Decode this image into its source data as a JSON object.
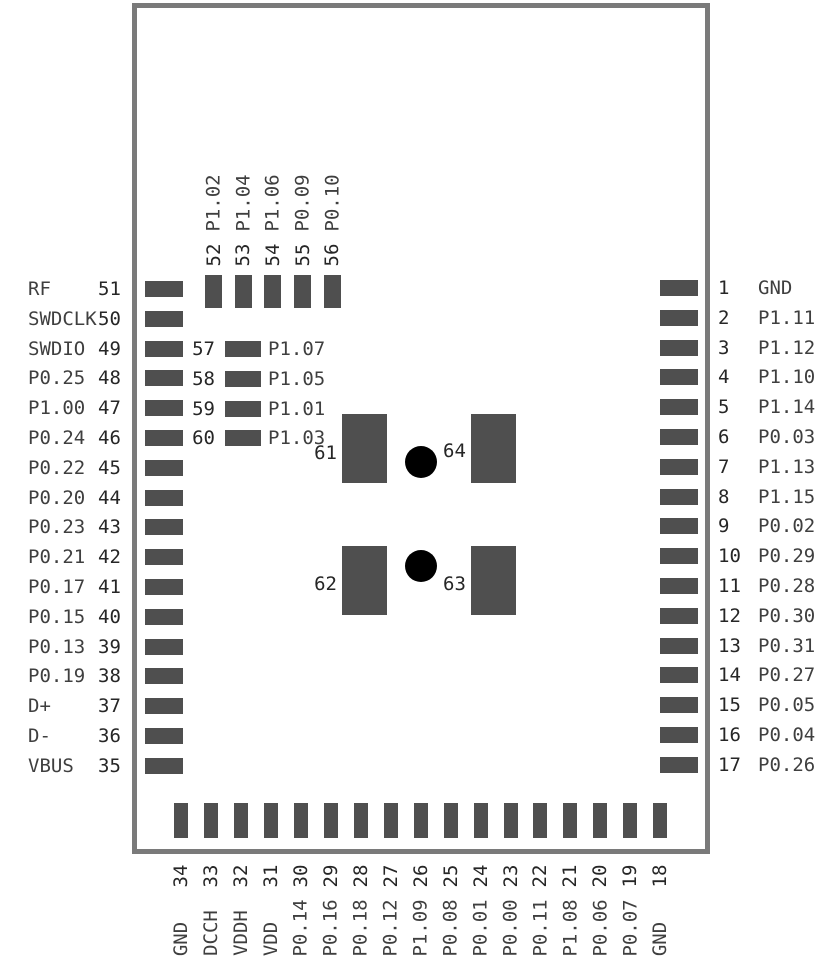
{
  "colors": {
    "pad": "#4f4f4f",
    "via": "#000000",
    "outline": "#7a7a7a",
    "label": "#3f3f3f",
    "number": "#262626",
    "background": "#ffffff"
  },
  "pins": {
    "left": [
      {
        "num": "51",
        "name": "RF"
      },
      {
        "num": "50",
        "name": "SWDCLK"
      },
      {
        "num": "49",
        "name": "SWDIO"
      },
      {
        "num": "48",
        "name": "P0.25"
      },
      {
        "num": "47",
        "name": "P1.00"
      },
      {
        "num": "46",
        "name": "P0.24"
      },
      {
        "num": "45",
        "name": "P0.22"
      },
      {
        "num": "44",
        "name": "P0.20"
      },
      {
        "num": "43",
        "name": "P0.23"
      },
      {
        "num": "42",
        "name": "P0.21"
      },
      {
        "num": "41",
        "name": "P0.17"
      },
      {
        "num": "40",
        "name": "P0.15"
      },
      {
        "num": "39",
        "name": "P0.13"
      },
      {
        "num": "38",
        "name": "P0.19"
      },
      {
        "num": "37",
        "name": "D+"
      },
      {
        "num": "36",
        "name": "D-"
      },
      {
        "num": "35",
        "name": "VBUS"
      }
    ],
    "right": [
      {
        "num": "1",
        "name": "GND"
      },
      {
        "num": "2",
        "name": "P1.11"
      },
      {
        "num": "3",
        "name": "P1.12"
      },
      {
        "num": "4",
        "name": "P1.10"
      },
      {
        "num": "5",
        "name": "P1.14"
      },
      {
        "num": "6",
        "name": "P0.03"
      },
      {
        "num": "7",
        "name": "P1.13"
      },
      {
        "num": "8",
        "name": "P1.15"
      },
      {
        "num": "9",
        "name": "P0.02"
      },
      {
        "num": "10",
        "name": "P0.29"
      },
      {
        "num": "11",
        "name": "P0.28"
      },
      {
        "num": "12",
        "name": "P0.30"
      },
      {
        "num": "13",
        "name": "P0.31"
      },
      {
        "num": "14",
        "name": "P0.27"
      },
      {
        "num": "15",
        "name": "P0.05"
      },
      {
        "num": "16",
        "name": "P0.04"
      },
      {
        "num": "17",
        "name": "P0.26"
      }
    ],
    "bottom": [
      {
        "num": "34",
        "name": "GND"
      },
      {
        "num": "33",
        "name": "DCCH"
      },
      {
        "num": "32",
        "name": "VDDH"
      },
      {
        "num": "31",
        "name": "VDD"
      },
      {
        "num": "30",
        "name": "P0.14"
      },
      {
        "num": "29",
        "name": "P0.16"
      },
      {
        "num": "28",
        "name": "P0.18"
      },
      {
        "num": "27",
        "name": "P0.12"
      },
      {
        "num": "26",
        "name": "P1.09"
      },
      {
        "num": "25",
        "name": "P0.08"
      },
      {
        "num": "24",
        "name": "P0.01"
      },
      {
        "num": "23",
        "name": "P0.00"
      },
      {
        "num": "22",
        "name": "P0.11"
      },
      {
        "num": "21",
        "name": "P1.08"
      },
      {
        "num": "20",
        "name": "P0.06"
      },
      {
        "num": "19",
        "name": "P0.07"
      },
      {
        "num": "18",
        "name": "GND"
      }
    ],
    "top": [
      {
        "num": "52",
        "name": "P1.02"
      },
      {
        "num": "53",
        "name": "P1.04"
      },
      {
        "num": "54",
        "name": "P1.06"
      },
      {
        "num": "55",
        "name": "P0.09"
      },
      {
        "num": "56",
        "name": "P0.10"
      }
    ],
    "inner": [
      {
        "num": "57",
        "name": "P1.07"
      },
      {
        "num": "58",
        "name": "P1.05"
      },
      {
        "num": "59",
        "name": "P1.01"
      },
      {
        "num": "60",
        "name": "P1.03"
      }
    ],
    "center_labels": [
      "61",
      "62",
      "63",
      "64"
    ]
  }
}
